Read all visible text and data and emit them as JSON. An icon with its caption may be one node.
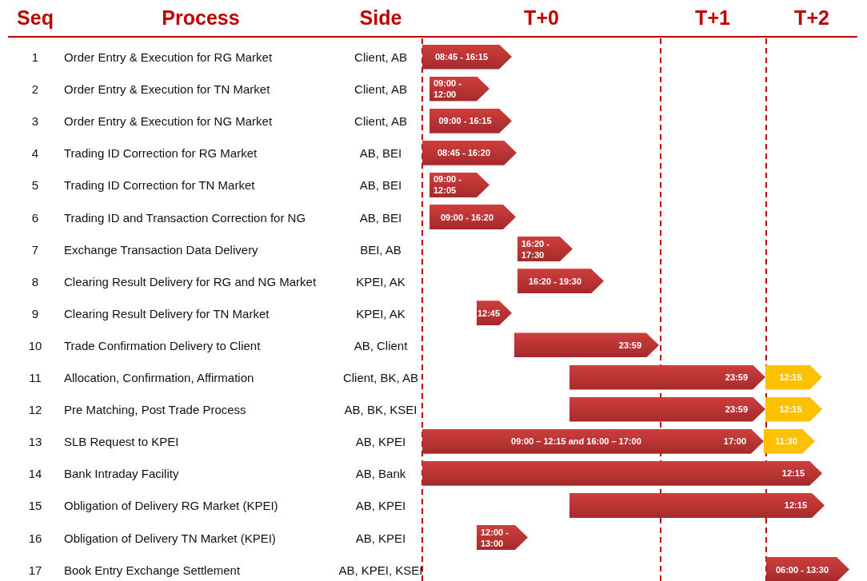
{
  "diagram": {
    "nodes": [
      {
        "text": [
          "08:45 - 16:15"
        ]
      },
      {
        "text": [
          "09:00 - 12:00"
        ]
      },
      {
        "text": [
          "09:00 - 16:15"
        ]
      },
      {
        "text": [
          "08:45 - 16:20"
        ]
      },
      {
        "text": [
          "09:00 - 12:05"
        ]
      },
      {
        "text": [
          "09:00 - 16:20"
        ]
      },
      {
        "text": [
          "16:20 - 17:30"
        ]
      },
      {
        "text": [
          "16:20 - 19:30"
        ]
      },
      {
        "text": [
          "12:45"
        ]
      },
      {
        "text": [
          "23:59"
        ]
      },
      {
        "text": [
          "23:59"
        ]
      },
      {
        "text": [
          "12:15"
        ]
      },
      {
        "text": [
          "23:59"
        ]
      },
      {
        "text": [
          "12:15"
        ]
      },
      {
        "text": [
          "09:00 – 12:15 and 16:00 – 17:00",
          "17:00"
        ]
      },
      {
        "text": [
          "11:30"
        ]
      },
      {
        "text": [
          "12:15"
        ]
      },
      {
        "text": [
          "12:15"
        ]
      },
      {
        "text": [
          "12:00 - 13:00"
        ]
      },
      {
        "text": [
          "06:00 - 13:30"
        ]
      }
    ],
    "labels": [
      "Seq",
      "Process",
      "Side",
      "T+0",
      "T+1",
      "T+2",
      "1",
      "Order Entry & Execution for RG Market",
      "Client, AB",
      "2",
      "Order Entry & Execution for TN Market",
      "Client, AB",
      "3",
      "Order Entry & Execution for NG Market",
      "Client, AB",
      "4",
      "Trading ID Correction for RG Market",
      "AB, BEI",
      "5",
      "Trading ID Correction for TN Market",
      "AB, BEI",
      "6",
      "Trading ID and Transaction Correction for NG",
      "AB, BEI",
      "7",
      "Exchange Transaction Data Delivery",
      "BEI, AB",
      "8",
      "Clearing Result Delivery for RG and NG Market",
      "KPEI, AK",
      "9",
      "Clearing Result Delivery for TN Market",
      "KPEI, AK",
      "10",
      "Trade Confirmation Delivery to Client",
      "AB, Client",
      "11",
      "Allocation, Confirmation, Affirmation",
      "Client, BK, AB",
      "12",
      "Pre Matching, Post Trade Process",
      "AB, BK, KSEI",
      "13",
      "SLB Request to KPEI",
      "AB, KPEI",
      "14",
      "Bank Intraday Facility",
      "AB, Bank",
      "15",
      "Obligation of Delivery RG Market (KPEI)",
      "AB, KPEI",
      "16",
      "Obligation of Delivery TN Market (KPEI)",
      "AB, KPEI",
      "17",
      "Book Entry Exchange Settlement",
      "AB, KPEI, KSEI"
    ]
  }
}
